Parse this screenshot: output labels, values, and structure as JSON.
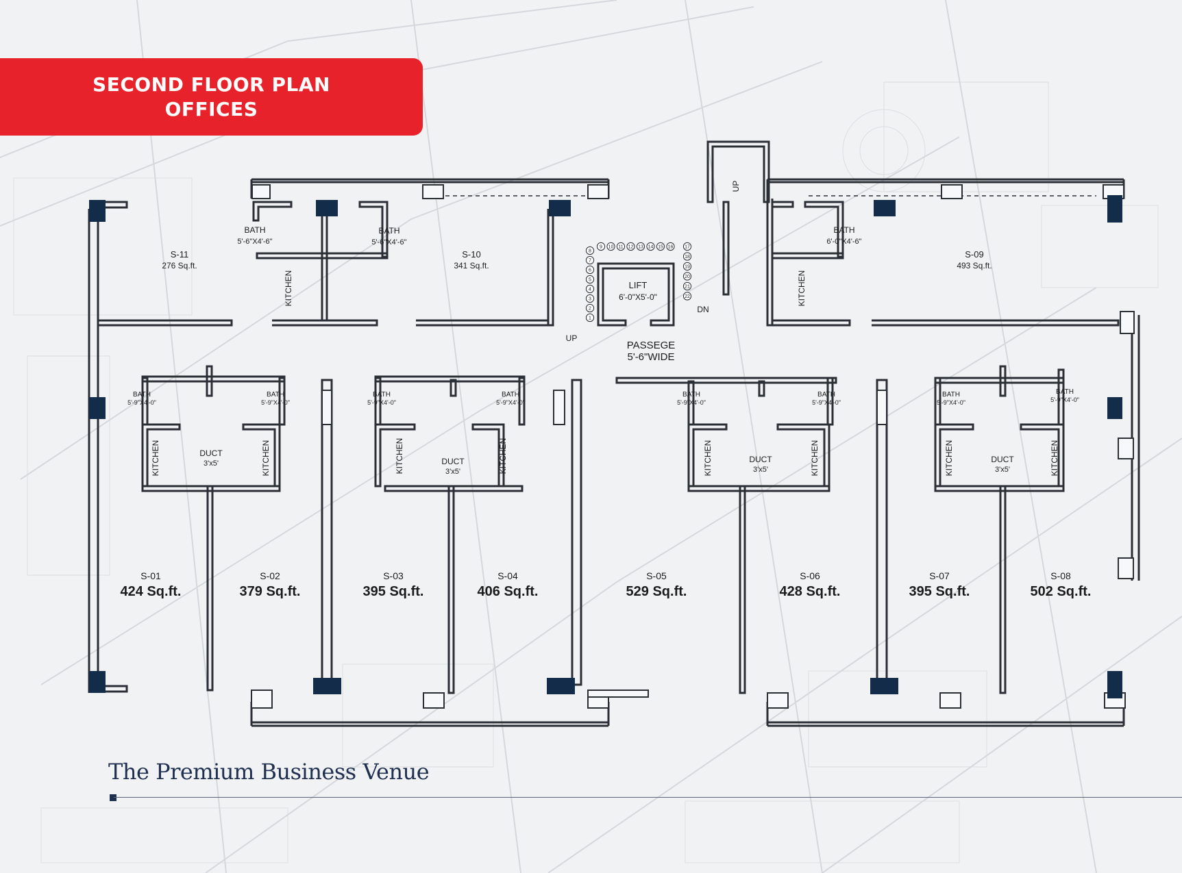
{
  "title": {
    "line1": "SECOND FLOOR PLAN",
    "line2": "OFFICES"
  },
  "tagline": "The Premium Business Venue",
  "colors": {
    "banner": "#e8222a",
    "column": "#132c4a",
    "wall": "#2a2f36",
    "text": "#1f2f4f"
  },
  "units": [
    {
      "id": "S-11",
      "area": "276 Sq.ft."
    },
    {
      "id": "S-10",
      "area": "341 Sq.ft."
    },
    {
      "id": "S-09",
      "area": "493 Sq.ft."
    },
    {
      "id": "S-01",
      "area": "424 Sq.ft."
    },
    {
      "id": "S-02",
      "area": "379 Sq.ft."
    },
    {
      "id": "S-03",
      "area": "395 Sq.ft."
    },
    {
      "id": "S-04",
      "area": "406 Sq.ft."
    },
    {
      "id": "S-05",
      "area": "529 Sq.ft."
    },
    {
      "id": "S-06",
      "area": "428 Sq.ft."
    },
    {
      "id": "S-07",
      "area": "395 Sq.ft."
    },
    {
      "id": "S-08",
      "area": "502 Sq.ft."
    }
  ],
  "labels": {
    "bath": "BATH",
    "kitchen": "KITCHEN",
    "duct": "DUCT",
    "duct_size": "3'x5'",
    "bath_top_size": "5'-6\"X4'-6\"",
    "bath_s09_size": "6'-0\"X4'-6\"",
    "bath_lower_size": "5'-9\"X4'-0\"",
    "lift": "LIFT",
    "lift_size": "6'-0\"X5'-0\"",
    "passage": "PASSEGE",
    "passage_width": "5'-6\"WIDE",
    "up": "UP",
    "dn": "DN"
  },
  "stair_steps": [
    "1",
    "2",
    "3",
    "4",
    "5",
    "6",
    "7",
    "8",
    "9",
    "10",
    "11",
    "12",
    "13",
    "14",
    "15",
    "16",
    "17",
    "18",
    "19",
    "20",
    "21",
    "22"
  ]
}
